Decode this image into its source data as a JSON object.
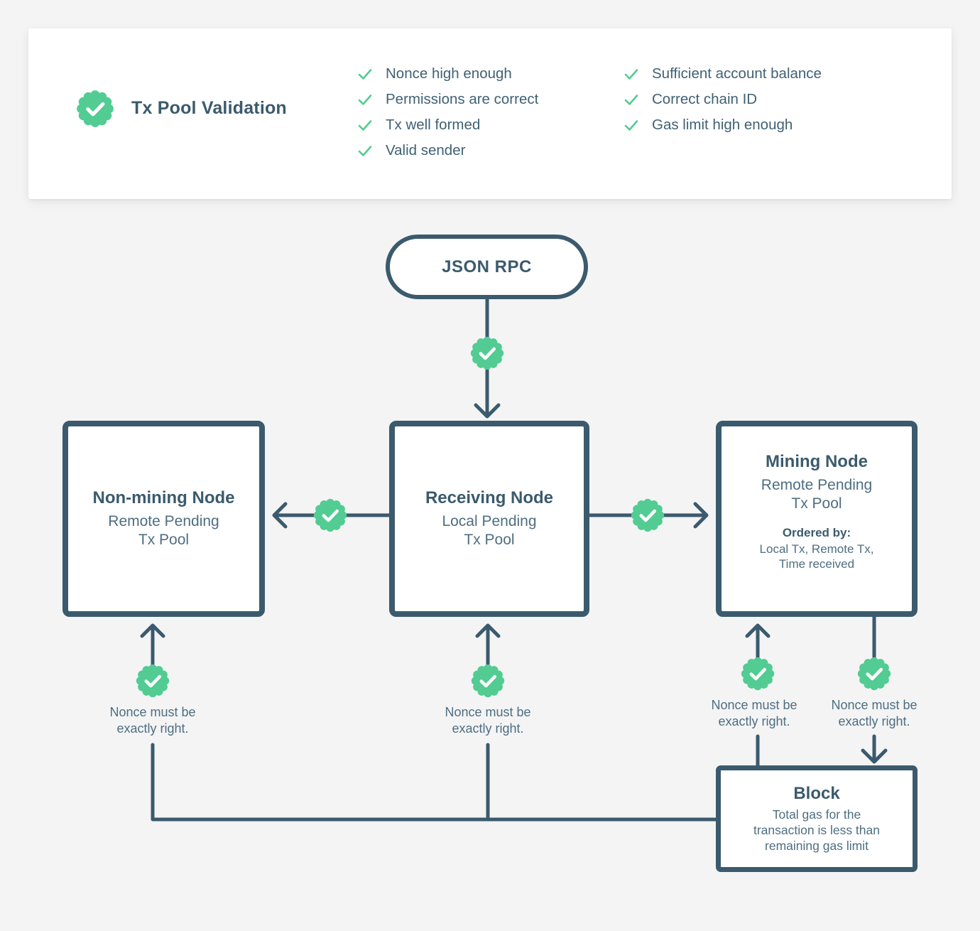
{
  "colors": {
    "background": "#f4f4f5",
    "card": "#ffffff",
    "slate": "#3b5a6d",
    "text": "#4e6e81",
    "green": "#52cc92"
  },
  "header": {
    "title": "Tx Pool Validation",
    "checklist_col1": [
      "Nonce high enough",
      "Permissions are correct",
      "Tx well formed",
      "Valid sender"
    ],
    "checklist_col2": [
      "Sufficient account balance",
      "Correct chain ID",
      "Gas limit high enough"
    ]
  },
  "diagram": {
    "json_rpc_label": "JSON RPC",
    "non_mining": {
      "title": "Non-mining Node",
      "subtitle": "Remote Pending\nTx Pool"
    },
    "receiving": {
      "title": "Receiving Node",
      "subtitle": "Local Pending\nTx Pool"
    },
    "mining": {
      "title": "Mining Node",
      "subtitle": "Remote Pending\nTx Pool",
      "ordered_by_label": "Ordered by:",
      "ordered_by": "Local Tx, Remote Tx,\nTime received"
    },
    "block": {
      "title": "Block",
      "body": "Total gas for the\ntransaction is less than\nremaining gas limit"
    },
    "nonce_note": "Nonce must be\nexactly right."
  }
}
